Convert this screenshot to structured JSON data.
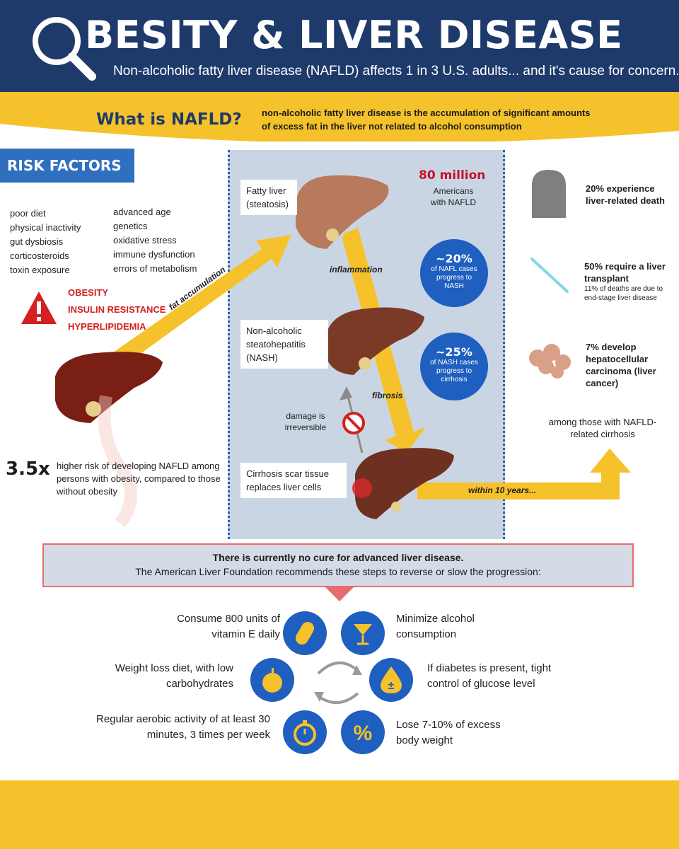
{
  "header": {
    "title": "BESITY & LIVER DISEASE",
    "subtitle": "Non-alcoholic fatty liver disease (NAFLD) affects 1 in 3 U.S. adults... and it's cause for concern."
  },
  "what_is": {
    "question": "What is NAFLD?",
    "definition": "non-alcoholic fatty liver disease is the accumulation of significant amounts of excess fat in the liver not related to alcohol consumption"
  },
  "risk_factors": {
    "heading": "RISK FACTORS",
    "col1": [
      "poor diet",
      "physical inactivity",
      "gut dysbiosis",
      "corticosteroids",
      "toxin exposure"
    ],
    "col2": [
      "advanced age",
      "genetics",
      "oxidative stress",
      "immune dysfunction",
      "errors of metabolism"
    ],
    "highlight": [
      "OBESITY",
      "INSULIN RESISTANCE",
      "HYPERLIPIDEMIA"
    ],
    "fat_accumulation": "fat accumulation"
  },
  "stat_35x": {
    "value": "3.5x",
    "text": "higher risk of developing NAFLD among persons with obesity, compared to those without obesity"
  },
  "stages": {
    "fatty_liver": "Fatty liver (steatosis)",
    "nash": "Non-alcoholic steatohepatitis (NASH)",
    "cirrhosis": "Cirrhosis scar tissue replaces liver cells",
    "inflammation": "inflammation",
    "fibrosis": "fibrosis",
    "damage": "damage is irreversible",
    "within": "within 10 years..."
  },
  "prevalence": {
    "value": "80 million",
    "text": "Americans with NAFLD"
  },
  "circles": [
    {
      "pct": "~20%",
      "desc": "of NAFL cases progress to NASH"
    },
    {
      "pct": "~25%",
      "desc": "of NASH cases progress to cirrhosis"
    }
  ],
  "outcomes": [
    {
      "main": "20% experience liver-related death",
      "sub": ""
    },
    {
      "main": "50% require a liver transplant",
      "sub": "11% of deaths are due to end-stage liver disease"
    },
    {
      "main": "7% develop hepatocellular carcinoma (liver cancer)",
      "sub": ""
    }
  ],
  "outcomes_note": "among those with NAFLD-related cirrhosis",
  "cure": {
    "line1": "There is currently no cure for advanced liver disease.",
    "line2": "The American Liver Foundation recommends these steps to reverse or slow the progression:"
  },
  "steps": {
    "vitamin": "Consume 800 units of vitamin E daily",
    "alcohol": "Minimize alcohol consumption",
    "diet": "Weight loss diet, with low carbohydrates",
    "diabetes": "If diabetes is present, tight control of glucose level",
    "aerobic": "Regular aerobic activity of at least 30 minutes, 3 times per week",
    "weight": "Lose 7-10% of excess body weight"
  },
  "colors": {
    "navy": "#1e3a6b",
    "blue": "#1e5fbf",
    "yellow": "#f5c22b",
    "red": "#d32020",
    "panel": "#cad5e4"
  }
}
